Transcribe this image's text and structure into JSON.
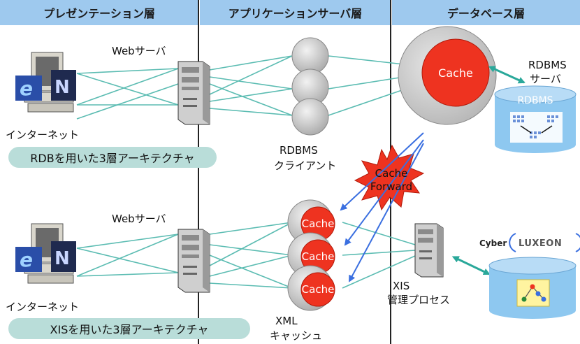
{
  "headers": {
    "presentation": "プレゼンテーション層",
    "application": "アプリケーションサーバ層",
    "database": "データベース層"
  },
  "top": {
    "web_server": "Webサーバ",
    "internet": "インターネット",
    "banner": "RDBを用いた3層アーキテクチャ",
    "rdbms_client": [
      "RDBMS",
      "クライアント"
    ],
    "rdbms_server": [
      "RDBMS",
      "サーバ"
    ],
    "rdbms_db": "RDBMS",
    "cache": "Cache"
  },
  "bottom": {
    "web_server": "Webサーバ",
    "internet": "インターネット",
    "banner": "XISを用いた3層アーキテクチャ",
    "xml_cache": [
      "XML",
      "キャッシュ"
    ],
    "xis_admin": [
      "XIS",
      "管理プロセス"
    ],
    "cache_items": [
      "Cache",
      "Cache",
      "Cache"
    ]
  },
  "cache_forward": [
    "Cache",
    "Forward"
  ],
  "logo": {
    "prefix": "Cyber",
    "brand": "LUXEON"
  },
  "colors": {
    "header": "#9ec9ee",
    "link": "#5bbcb2",
    "cache_red": "#ee3320",
    "arrow_blue": "#3a6fe0",
    "db_blue": "#8ec8f0",
    "pill": "#b9ddd9"
  }
}
